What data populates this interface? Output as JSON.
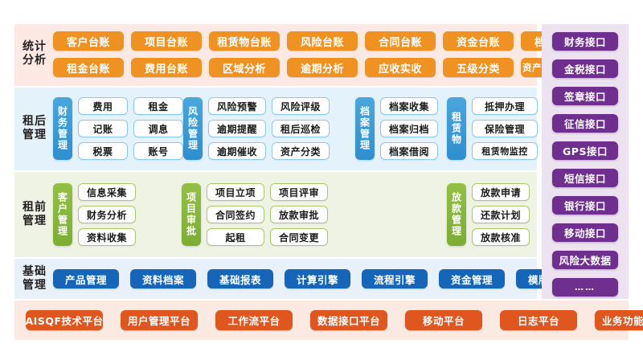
{
  "sections": {
    "statistics": {
      "label": "统计\n分析",
      "label_line1": "统计",
      "label_line2": "分析",
      "row1": [
        "客户台账",
        "项目台账",
        "租赁物台账",
        "风险台账",
        "合同台账",
        "资金台账",
        "档案台账"
      ],
      "row2": [
        "租金台账",
        "费用台账",
        "区域分析",
        "逾期分析",
        "应收实收",
        "五级分类",
        "资产证券化台账"
      ],
      "color": "#ef9221",
      "bg": "#fce9e3"
    },
    "post_lease": {
      "label_line1": "租后",
      "label_line2": "管理",
      "color": "#2f8fcd",
      "bg": "#e4f2fb",
      "groups": [
        {
          "category": "财务管理",
          "columns": [
            [
              "费用",
              "记账",
              "税票"
            ],
            [
              "租金",
              "调息",
              "账号"
            ]
          ]
        },
        {
          "category": "风险管理",
          "columns": [
            [
              "风险预警",
              "逾期提醒",
              "逾期催收"
            ],
            [
              "风险评级",
              "租后巡检",
              "资产分类"
            ]
          ]
        },
        {
          "category": "档案管理",
          "columns": [
            [
              "档案收集",
              "档案归档",
              "档案借阅"
            ]
          ]
        },
        {
          "category": "租赁物",
          "columns": [
            [
              "抵押办理",
              "保险管理",
              "租赁物监控"
            ]
          ]
        }
      ]
    },
    "pre_lease": {
      "label_line1": "租前",
      "label_line2": "管理",
      "color": "#7cae33",
      "bg": "#eef3e3",
      "groups": [
        {
          "category": "客户管理",
          "columns": [
            [
              "信息采集",
              "财务分析",
              "资料收集"
            ]
          ]
        },
        {
          "category": "项目审批",
          "columns": [
            [
              "项目立项",
              "合同签约",
              "起租"
            ],
            [
              "项目评审",
              "放款审批",
              "合同变更"
            ]
          ]
        },
        {
          "category": "放款管理",
          "columns": [
            [
              "放款申请",
              "还款计划",
              "放款核准"
            ]
          ]
        }
      ]
    },
    "basic": {
      "label_line1": "基础",
      "label_line2": "管理",
      "color": "#1565b8",
      "bg": "#e8f1f9",
      "items": [
        "产品管理",
        "资料档案",
        "基础报表",
        "计算引擎",
        "流程引擎",
        "资金管理",
        "模版管理"
      ]
    },
    "platform": {
      "color": "#e0561f",
      "bg": "#fbeae2",
      "items": [
        "AISQF技术平台",
        "用户管理平台",
        "工作流平台",
        "数据接口平台",
        "移动平台",
        "日志平台",
        "业务功能扩展"
      ]
    },
    "interfaces": {
      "color": "#6e2f8e",
      "bg": "#ece2f0",
      "items": [
        "财务接口",
        "金税接口",
        "签章接口",
        "征信接口",
        "GPS接口",
        "短信接口",
        "银行接口",
        "移动接口",
        "风险大数据",
        "……"
      ]
    }
  }
}
